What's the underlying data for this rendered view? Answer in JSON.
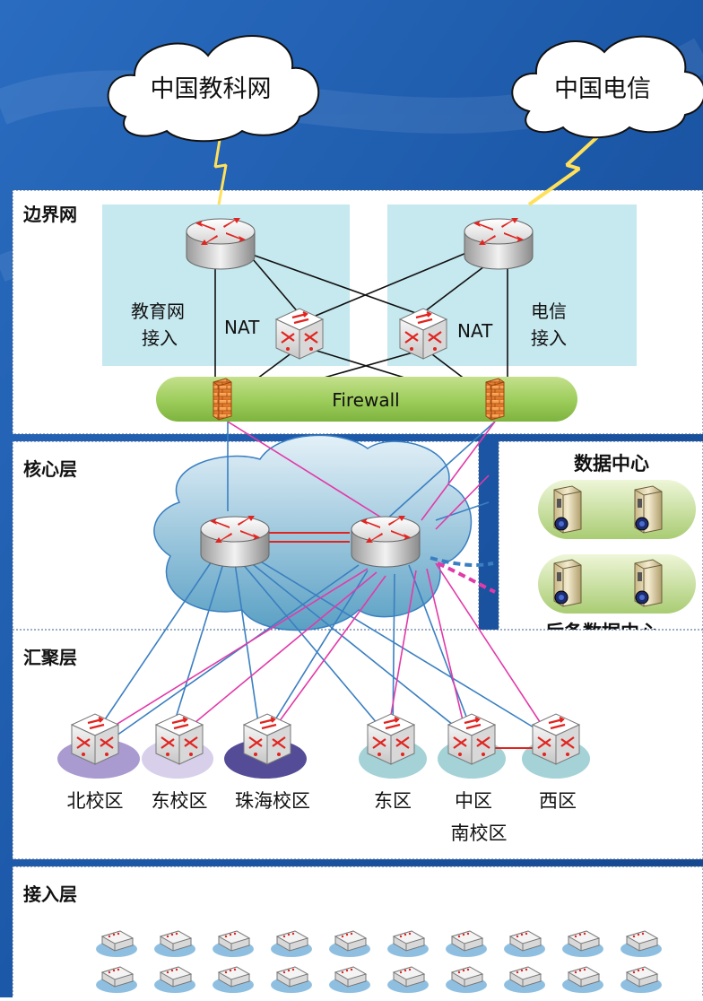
{
  "clouds": {
    "cernet": "中国教科网",
    "telecom": "中国电信"
  },
  "border": {
    "title": "边界网",
    "edu_access": [
      "教育网",
      "接入"
    ],
    "tel_access": [
      "电信",
      "接入"
    ],
    "nat_left": "NAT",
    "nat_right": "NAT",
    "firewall": "Firewall"
  },
  "core": {
    "title": "核心层"
  },
  "datacenter": {
    "primary": "数据中心",
    "backup": "后备数据中心"
  },
  "aggregation": {
    "title": "汇聚层",
    "nodes": [
      "北校区",
      "东校区",
      "珠海校区",
      "东区",
      "中区",
      "西区"
    ],
    "south_campus": "南校区"
  },
  "access": {
    "title": "接入层",
    "rows": 2,
    "per_row": 10
  },
  "colors": {
    "background": "#1e5aa8",
    "blue_link": "#3a7fc1",
    "pink_link": "#e23aa8",
    "panel": "#ffffff",
    "zone": "#c6e8ef",
    "firewall_bar": "#9ccc5a"
  }
}
